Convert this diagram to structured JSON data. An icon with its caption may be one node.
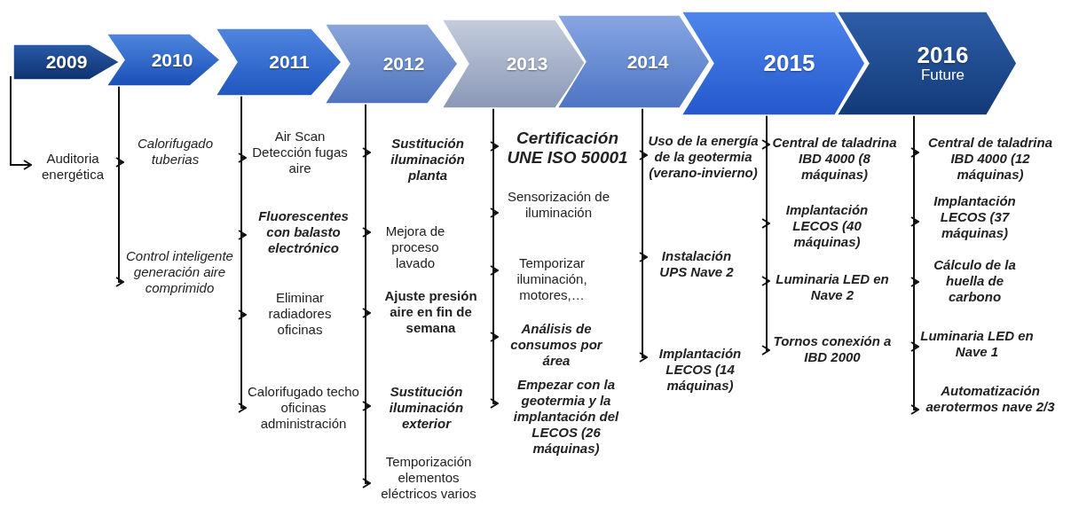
{
  "diagram": {
    "nodes": [
      {
        "text": [
          "2009"
        ]
      },
      {
        "text": [
          "2010"
        ]
      },
      {
        "text": [
          "2011"
        ]
      },
      {
        "text": [
          "2012"
        ]
      },
      {
        "text": [
          "2013"
        ]
      },
      {
        "text": [
          "2014"
        ]
      },
      {
        "text": [
          "2015"
        ]
      },
      {
        "text": [
          "2016",
          "Future"
        ]
      },
      {
        "text": [
          "Auditoria energética"
        ]
      },
      {
        "text": [
          "Calorifugado tuberias"
        ]
      },
      {
        "text": [
          "Control inteligente generación aire comprimido"
        ]
      },
      {
        "text": [
          "Air Scan Detección fugas aire"
        ]
      },
      {
        "text": [
          "Fluorescentes con balasto electrónico"
        ]
      },
      {
        "text": [
          "Eliminar radiadores oficinas"
        ]
      },
      {
        "text": [
          "Calorifugado techo oficinas administración"
        ]
      },
      {
        "text": [
          "Sustitución iluminación planta"
        ]
      },
      {
        "text": [
          "Mejora de proceso lavado"
        ]
      },
      {
        "text": [
          "Ajuste presión aire en fin de semana"
        ]
      },
      {
        "text": [
          "Sustitución iluminación exterior"
        ]
      },
      {
        "text": [
          "Temporización elementos eléctricos varios"
        ]
      },
      {
        "text": [
          "Certificación UNE ISO 50001"
        ]
      },
      {
        "text": [
          "Sensorización de iluminación"
        ]
      },
      {
        "text": [
          "Temporizar iluminación, motores,…"
        ]
      },
      {
        "text": [
          "Análisis de consumos por área"
        ]
      },
      {
        "text": [
          "Empezar con la geotermia y la implantación del LECOS (26 máquinas)"
        ]
      },
      {
        "text": [
          "Uso de la energía de la geotermia (verano-invierno)"
        ]
      },
      {
        "text": [
          "Instalación UPS Nave 2"
        ]
      },
      {
        "text": [
          "Implantación LECOS (14 máquinas)"
        ]
      },
      {
        "text": [
          "Central de taladrina IBD 4000 (8 máquinas)"
        ]
      },
      {
        "text": [
          "Implantación LECOS (40 máquinas)"
        ]
      },
      {
        "text": [
          "Luminaria LED en Nave 2"
        ]
      },
      {
        "text": [
          "Tornos conexión a IBD 2000"
        ]
      },
      {
        "text": [
          "Central de taladrina IBD 4000 (12 máquinas)"
        ]
      },
      {
        "text": [
          "Implantación LECOS (37 máquinas)"
        ]
      },
      {
        "text": [
          "Cálculo de la huella de carbono"
        ]
      },
      {
        "text": [
          "Luminaria LED en Nave 1"
        ]
      },
      {
        "text": [
          "Automatización aerotermos nave 2/3"
        ]
      }
    ],
    "edges": [
      {
        "from": 0,
        "to": 8,
        "arrow": "to"
      },
      {
        "from": 1,
        "to": 9,
        "arrow": "to"
      },
      {
        "from": 1,
        "to": 10,
        "arrow": "to"
      },
      {
        "from": 2,
        "to": 11,
        "arrow": "to"
      },
      {
        "from": 2,
        "to": 12,
        "arrow": "to"
      },
      {
        "from": 2,
        "to": 13,
        "arrow": "to"
      },
      {
        "from": 2,
        "to": 14,
        "arrow": "to"
      },
      {
        "from": 3,
        "to": 15,
        "arrow": "to"
      },
      {
        "from": 3,
        "to": 16,
        "arrow": "to"
      },
      {
        "from": 3,
        "to": 17,
        "arrow": "to"
      },
      {
        "from": 3,
        "to": 18,
        "arrow": "to"
      },
      {
        "from": 3,
        "to": 19,
        "arrow": "to"
      },
      {
        "from": 4,
        "to": 20,
        "arrow": "to"
      },
      {
        "from": 4,
        "to": 21,
        "arrow": "to"
      },
      {
        "from": 4,
        "to": 22,
        "arrow": "to"
      },
      {
        "from": 4,
        "to": 23,
        "arrow": "to"
      },
      {
        "from": 4,
        "to": 24,
        "arrow": "to"
      },
      {
        "from": 5,
        "to": 25,
        "arrow": "to"
      },
      {
        "from": 5,
        "to": 26,
        "arrow": "to"
      },
      {
        "from": 5,
        "to": 27,
        "arrow": "to"
      },
      {
        "from": 6,
        "to": 28,
        "arrow": "to"
      },
      {
        "from": 6,
        "to": 29,
        "arrow": "to"
      },
      {
        "from": 6,
        "to": 30,
        "arrow": "to"
      },
      {
        "from": 6,
        "to": 31,
        "arrow": "to"
      },
      {
        "from": 7,
        "to": 32,
        "arrow": "to"
      },
      {
        "from": 7,
        "to": 33,
        "arrow": "to"
      },
      {
        "from": 7,
        "to": 34,
        "arrow": "to"
      },
      {
        "from": 7,
        "to": 35,
        "arrow": "to"
      },
      {
        "from": 7,
        "to": 36,
        "arrow": "to"
      }
    ]
  }
}
